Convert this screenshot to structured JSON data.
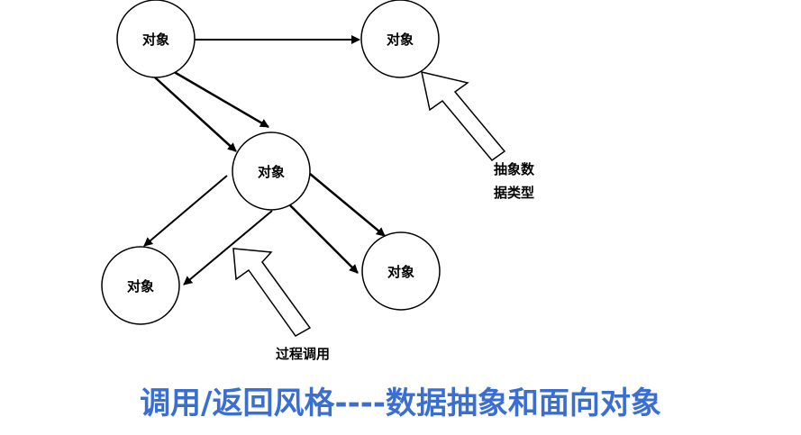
{
  "nodes": [
    {
      "label": "对象"
    },
    {
      "label": "对象"
    },
    {
      "label": "对象"
    },
    {
      "label": "对象"
    },
    {
      "label": "对象"
    }
  ],
  "annotations": {
    "adt_line1": "抽象数",
    "adt_line2": "据类型",
    "procedure_call": "过程调用"
  },
  "caption": "调用/返回风格----数据抽象和面向对象",
  "colors": {
    "caption": "#3a6fd1",
    "stroke": "#000000"
  }
}
